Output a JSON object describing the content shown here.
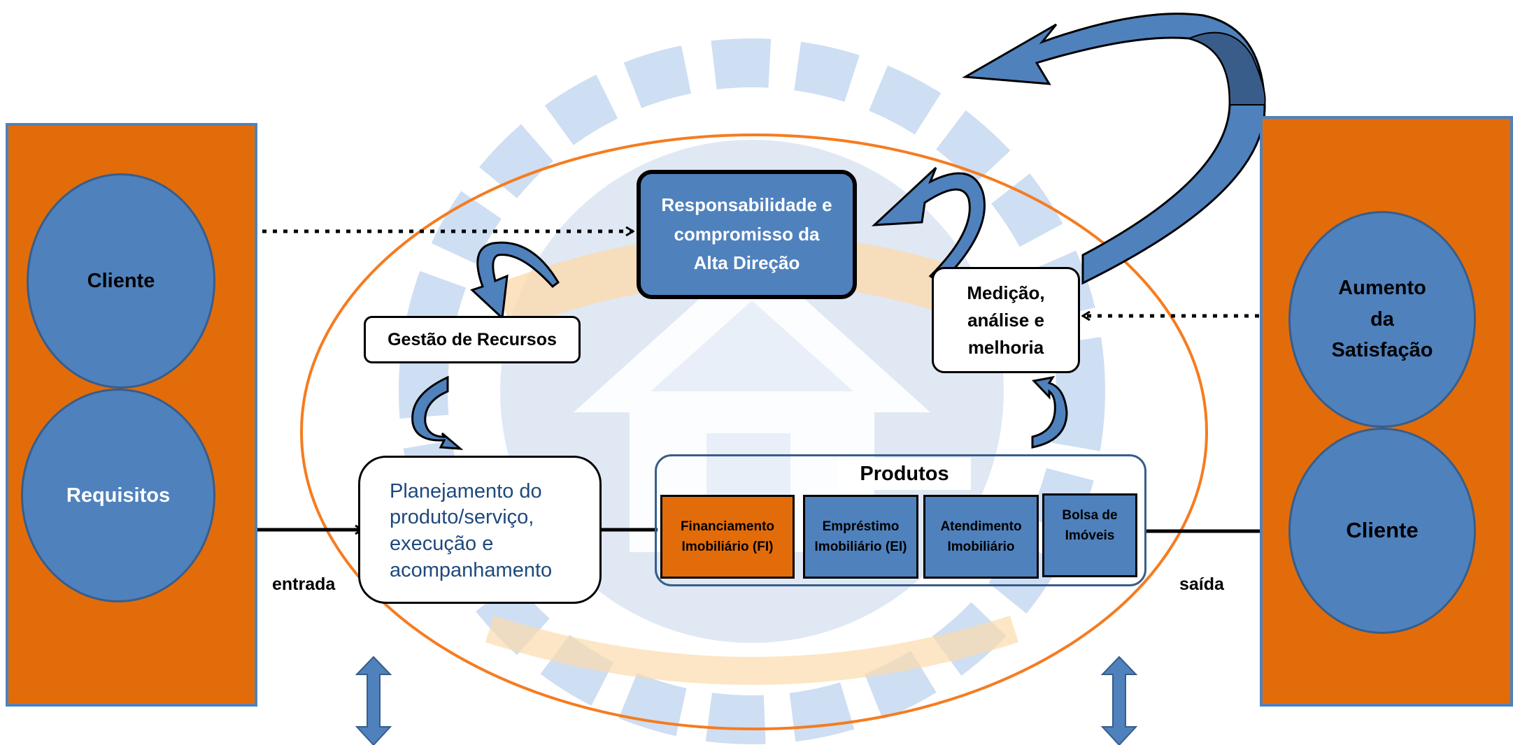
{
  "diagram": {
    "left_panel": {
      "top_circle": "Cliente",
      "bottom_circle": "Requisitos"
    },
    "right_panel": {
      "top_circle_lines": [
        "Aumento",
        "da",
        "Satisfação"
      ],
      "bottom_circle": "Cliente"
    },
    "center": {
      "leadership": "Responsabilidade e compromisso da Alta Direção",
      "resources": "Gestão de Recursos",
      "measurement": "Medição, análise e melhoria",
      "planning": "Planejamento do produto/serviço, execução e acompanhamento",
      "products_title": "Produtos",
      "products": [
        "Financiamento Imobiliário (FI)",
        "Empréstimo Imobiliário (EI)",
        "Atendimento Imobiliário",
        "Bolsa de Imóveis"
      ]
    },
    "labels": {
      "input": "entrada",
      "output": "saída"
    }
  },
  "colors": {
    "orange": "#e36c0a",
    "blue": "#4f81bd",
    "dark_blue_border": "#385d8a",
    "ellipse": "#f57c20",
    "watermark_blue": "#c6d9f1",
    "watermark_gold": "#fbd5a0"
  }
}
